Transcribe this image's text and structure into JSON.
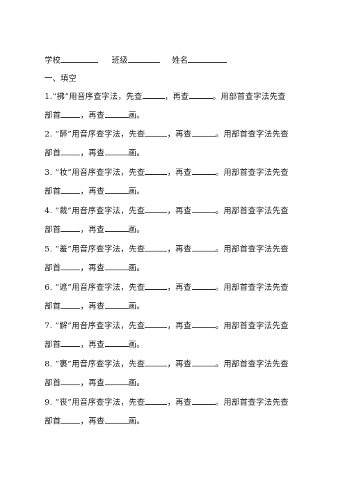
{
  "header": {
    "school_label": "学校",
    "class_label": "班级",
    "name_label": "姓名"
  },
  "section": {
    "title": "一、填空"
  },
  "template": {
    "line1_mid": "”用音序查字法，先查",
    "comma_then": "，再查",
    "line1_end": "。用部首查字法先查",
    "line2_start": "部首",
    "line2_end": "画。"
  },
  "questions": [
    {
      "num": "1.",
      "open": "“",
      "char": "拂"
    },
    {
      "num": "2.",
      "open": " “",
      "char": "醉"
    },
    {
      "num": "3.",
      "open": " “",
      "char": "妆"
    },
    {
      "num": "4.",
      "open": " “",
      "char": "裁"
    },
    {
      "num": "5.",
      "open": " “",
      "char": "羞"
    },
    {
      "num": "6.",
      "open": " “",
      "char": "遮"
    },
    {
      "num": "7.",
      "open": " “",
      "char": "解"
    },
    {
      "num": "8.",
      "open": " “",
      "char": "裹"
    },
    {
      "num": "9.",
      "open": " “",
      "char": "丧"
    }
  ]
}
